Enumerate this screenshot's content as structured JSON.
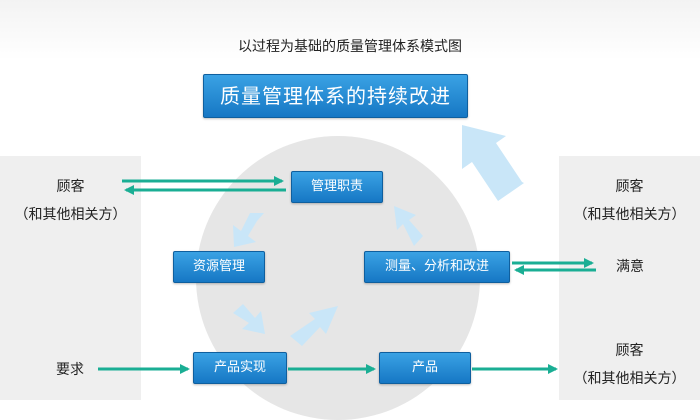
{
  "header": {
    "diagram_title": "以过程为基础的质量管理体系模式图"
  },
  "improvement_title": "质量管理体系的持续改进",
  "left_panel": {
    "customer_line1": "顾客",
    "customer_line2": "（和其他相关方）",
    "requirements": "要求"
  },
  "right_panel": {
    "customer_top_line1": "顾客",
    "customer_top_line2": "（和其他相关方）",
    "satisfaction": "满意",
    "customer_bottom_line1": "顾客",
    "customer_bottom_line2": "（和其他相关方）"
  },
  "process_boxes": {
    "management_responsibility": "管理职责",
    "resource_management": "资源管理",
    "measurement_analysis_improvement": "测量、分析和改进",
    "product_realization": "产品实现",
    "product": "产品"
  },
  "colors": {
    "box_blue": "#1a7fcb",
    "arrow_teal": "#1aae94",
    "circle_gray": "#e6e6e6",
    "cycle_arrow_light_blue": "#c9e6f8"
  }
}
